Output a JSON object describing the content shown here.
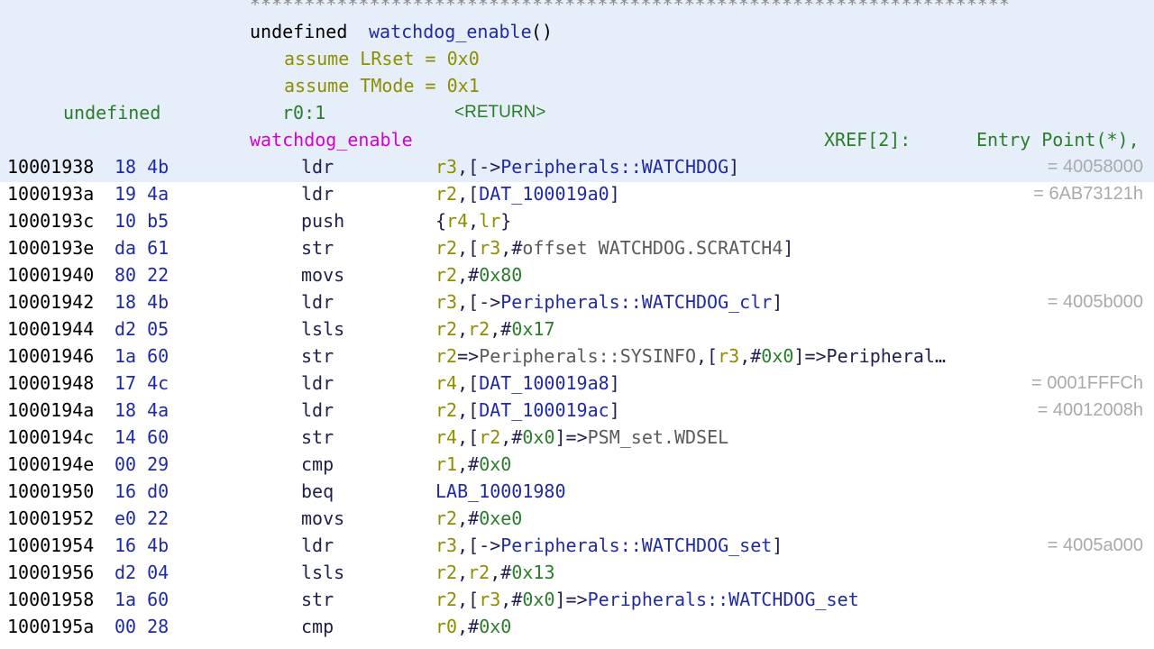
{
  "header": {
    "stars": "**********************************************************************",
    "ret_type": "undefined",
    "func_name": "watchdog_enable",
    "parens": "()",
    "assume1": "assume LRset = 0x0",
    "assume2": "assume TMode = 0x1",
    "ret_var_type": "undefined",
    "ret_var_storage": "r0:1",
    "ret_var_name": "<RETURN>",
    "label": "watchdog_enable",
    "xref": "XREF[2]:",
    "xref_target": "Entry Point(*),"
  },
  "rows": [
    {
      "addr": "10001938",
      "bytes": "18 4b",
      "mnem": "ldr",
      "ops": [
        {
          "c": "reg",
          "t": "r3"
        },
        {
          "c": "p",
          "t": ",[->"
        },
        {
          "c": "sym",
          "t": "Peripherals::WATCHDOG"
        },
        {
          "c": "p",
          "t": "]"
        }
      ],
      "cmt": "= 40058000"
    },
    {
      "addr": "1000193a",
      "bytes": "19 4a",
      "mnem": "ldr",
      "ops": [
        {
          "c": "reg",
          "t": "r2"
        },
        {
          "c": "p",
          "t": ",["
        },
        {
          "c": "sym",
          "t": "DAT_100019a0"
        },
        {
          "c": "p",
          "t": "]"
        }
      ],
      "cmt": "= 6AB73121h"
    },
    {
      "addr": "1000193c",
      "bytes": "10 b5",
      "mnem": "push",
      "ops": [
        {
          "c": "p",
          "t": "{"
        },
        {
          "c": "reg",
          "t": "r4"
        },
        {
          "c": "p",
          "t": ","
        },
        {
          "c": "reg",
          "t": "lr"
        },
        {
          "c": "p",
          "t": "}"
        }
      ],
      "cmt": ""
    },
    {
      "addr": "1000193e",
      "bytes": "da 61",
      "mnem": "str",
      "ops": [
        {
          "c": "reg",
          "t": "r2"
        },
        {
          "c": "p",
          "t": ",["
        },
        {
          "c": "reg",
          "t": "r3"
        },
        {
          "c": "p",
          "t": ",#"
        },
        {
          "c": "ref",
          "t": "offset WATCHDOG.SCRATCH4"
        },
        {
          "c": "p",
          "t": "]"
        }
      ],
      "cmt": ""
    },
    {
      "addr": "10001940",
      "bytes": "80 22",
      "mnem": "movs",
      "ops": [
        {
          "c": "reg",
          "t": "r2"
        },
        {
          "c": "p",
          "t": ",#"
        },
        {
          "c": "imm",
          "t": "0x80"
        }
      ],
      "cmt": ""
    },
    {
      "addr": "10001942",
      "bytes": "18 4b",
      "mnem": "ldr",
      "ops": [
        {
          "c": "reg",
          "t": "r3"
        },
        {
          "c": "p",
          "t": ",[->"
        },
        {
          "c": "sym",
          "t": "Peripherals::WATCHDOG_clr"
        },
        {
          "c": "p",
          "t": "]"
        }
      ],
      "cmt": "= 4005b000"
    },
    {
      "addr": "10001944",
      "bytes": "d2 05",
      "mnem": "lsls",
      "ops": [
        {
          "c": "reg",
          "t": "r2"
        },
        {
          "c": "p",
          "t": ","
        },
        {
          "c": "reg",
          "t": "r2"
        },
        {
          "c": "p",
          "t": ",#"
        },
        {
          "c": "imm",
          "t": "0x17"
        }
      ],
      "cmt": ""
    },
    {
      "addr": "10001946",
      "bytes": "1a 60",
      "mnem": "str",
      "ops": [
        {
          "c": "reg",
          "t": "r2"
        },
        {
          "c": "p",
          "t": "=>"
        },
        {
          "c": "ref",
          "t": "Peripherals::SYSINFO"
        },
        {
          "c": "p",
          "t": ",["
        },
        {
          "c": "reg",
          "t": "r3"
        },
        {
          "c": "p",
          "t": ",#"
        },
        {
          "c": "imm",
          "t": "0x0"
        },
        {
          "c": "p",
          "t": "]=>Peripheral…"
        }
      ],
      "cmt": ""
    },
    {
      "addr": "10001948",
      "bytes": "17 4c",
      "mnem": "ldr",
      "ops": [
        {
          "c": "reg",
          "t": "r4"
        },
        {
          "c": "p",
          "t": ",["
        },
        {
          "c": "sym",
          "t": "DAT_100019a8"
        },
        {
          "c": "p",
          "t": "]"
        }
      ],
      "cmt": "= 0001FFFCh"
    },
    {
      "addr": "1000194a",
      "bytes": "18 4a",
      "mnem": "ldr",
      "ops": [
        {
          "c": "reg",
          "t": "r2"
        },
        {
          "c": "p",
          "t": ",["
        },
        {
          "c": "sym",
          "t": "DAT_100019ac"
        },
        {
          "c": "p",
          "t": "]"
        }
      ],
      "cmt": "= 40012008h"
    },
    {
      "addr": "1000194c",
      "bytes": "14 60",
      "mnem": "str",
      "ops": [
        {
          "c": "reg",
          "t": "r4"
        },
        {
          "c": "p",
          "t": ",["
        },
        {
          "c": "reg",
          "t": "r2"
        },
        {
          "c": "p",
          "t": ",#"
        },
        {
          "c": "imm",
          "t": "0x0"
        },
        {
          "c": "p",
          "t": "]=>"
        },
        {
          "c": "ref",
          "t": "PSM_set.WDSEL"
        }
      ],
      "cmt": ""
    },
    {
      "addr": "1000194e",
      "bytes": "00 29",
      "mnem": "cmp",
      "ops": [
        {
          "c": "reg",
          "t": "r1"
        },
        {
          "c": "p",
          "t": ",#"
        },
        {
          "c": "imm",
          "t": "0x0"
        }
      ],
      "cmt": ""
    },
    {
      "addr": "10001950",
      "bytes": "16 d0",
      "mnem": "beq",
      "ops": [
        {
          "c": "sym",
          "t": "LAB_10001980"
        }
      ],
      "cmt": ""
    },
    {
      "addr": "10001952",
      "bytes": "e0 22",
      "mnem": "movs",
      "ops": [
        {
          "c": "reg",
          "t": "r2"
        },
        {
          "c": "p",
          "t": ",#"
        },
        {
          "c": "imm",
          "t": "0xe0"
        }
      ],
      "cmt": ""
    },
    {
      "addr": "10001954",
      "bytes": "16 4b",
      "mnem": "ldr",
      "ops": [
        {
          "c": "reg",
          "t": "r3"
        },
        {
          "c": "p",
          "t": ",[->"
        },
        {
          "c": "sym",
          "t": "Peripherals::WATCHDOG_set"
        },
        {
          "c": "p",
          "t": "]"
        }
      ],
      "cmt": "= 4005a000"
    },
    {
      "addr": "10001956",
      "bytes": "d2 04",
      "mnem": "lsls",
      "ops": [
        {
          "c": "reg",
          "t": "r2"
        },
        {
          "c": "p",
          "t": ","
        },
        {
          "c": "reg",
          "t": "r2"
        },
        {
          "c": "p",
          "t": ",#"
        },
        {
          "c": "imm",
          "t": "0x13"
        }
      ],
      "cmt": ""
    },
    {
      "addr": "10001958",
      "bytes": "1a 60",
      "mnem": "str",
      "ops": [
        {
          "c": "reg",
          "t": "r2"
        },
        {
          "c": "p",
          "t": ",["
        },
        {
          "c": "reg",
          "t": "r3"
        },
        {
          "c": "p",
          "t": ",#"
        },
        {
          "c": "imm",
          "t": "0x0"
        },
        {
          "c": "p",
          "t": "]=>"
        },
        {
          "c": "sym",
          "t": "Peripherals::WATCHDOG_set"
        }
      ],
      "cmt": ""
    },
    {
      "addr": "1000195a",
      "bytes": "00 28",
      "mnem": "cmp",
      "ops": [
        {
          "c": "reg",
          "t": "r0"
        },
        {
          "c": "p",
          "t": ",#"
        },
        {
          "c": "imm",
          "t": "0x0"
        }
      ],
      "cmt": ""
    }
  ],
  "colors": {
    "header_bg": "#e6eef9",
    "function_name": "#1f2aa8",
    "label": "#d400d4",
    "xref": "#2a7d2a",
    "register": "#8e8e00",
    "immediate": "#2a7d2a",
    "comment": "#aaaaaa"
  }
}
